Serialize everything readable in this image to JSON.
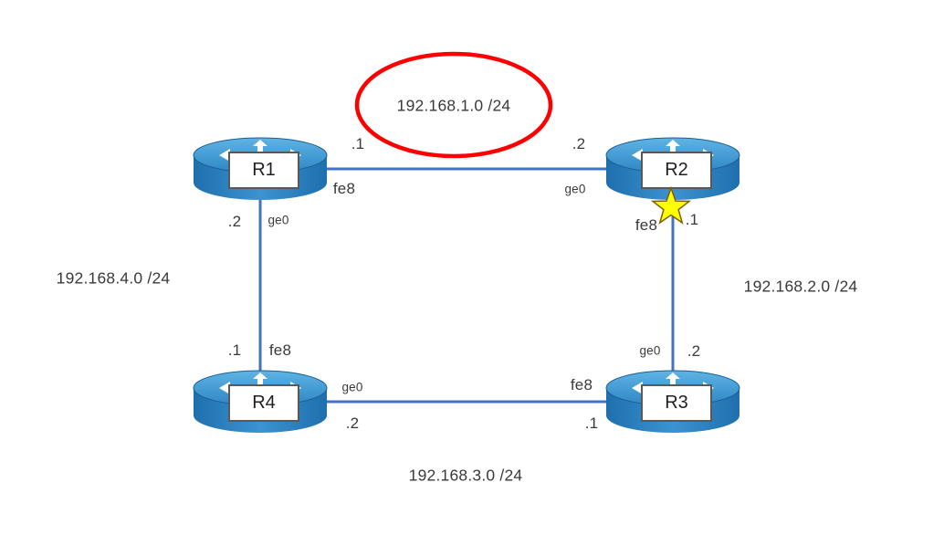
{
  "routers": {
    "r1": {
      "name": "R1"
    },
    "r2": {
      "name": "R2"
    },
    "r3": {
      "name": "R3"
    },
    "r4": {
      "name": "R4"
    }
  },
  "links": {
    "r1_r2": {
      "network": "192.168.1.0 /24",
      "r1_addr": ".1",
      "r1_iface": "fe8",
      "r2_addr": ".2",
      "r2_iface": "ge0",
      "highlighted": true
    },
    "r1_r4": {
      "network": "192.168.4.0 /24",
      "r1_addr": ".2",
      "r1_iface": "ge0",
      "r4_addr": ".1",
      "r4_iface": "fe8"
    },
    "r2_r3": {
      "network": "192.168.2.0 /24",
      "r2_addr": ".1",
      "r2_iface": "fe8",
      "r3_addr": ".2",
      "r3_iface": "ge0",
      "marker": "star"
    },
    "r4_r3": {
      "network": "192.168.3.0 /24",
      "r4_addr": ".2",
      "r4_iface": "ge0",
      "r3_addr": ".1",
      "r3_iface": "fe8"
    }
  },
  "colors": {
    "link": "#4472c4",
    "highlight_ellipse": "#ff0000",
    "star_fill": "#ffff00",
    "star_border": "#7f6000",
    "router_top": "#4fa7dc",
    "router_body": "#2e75b6"
  }
}
